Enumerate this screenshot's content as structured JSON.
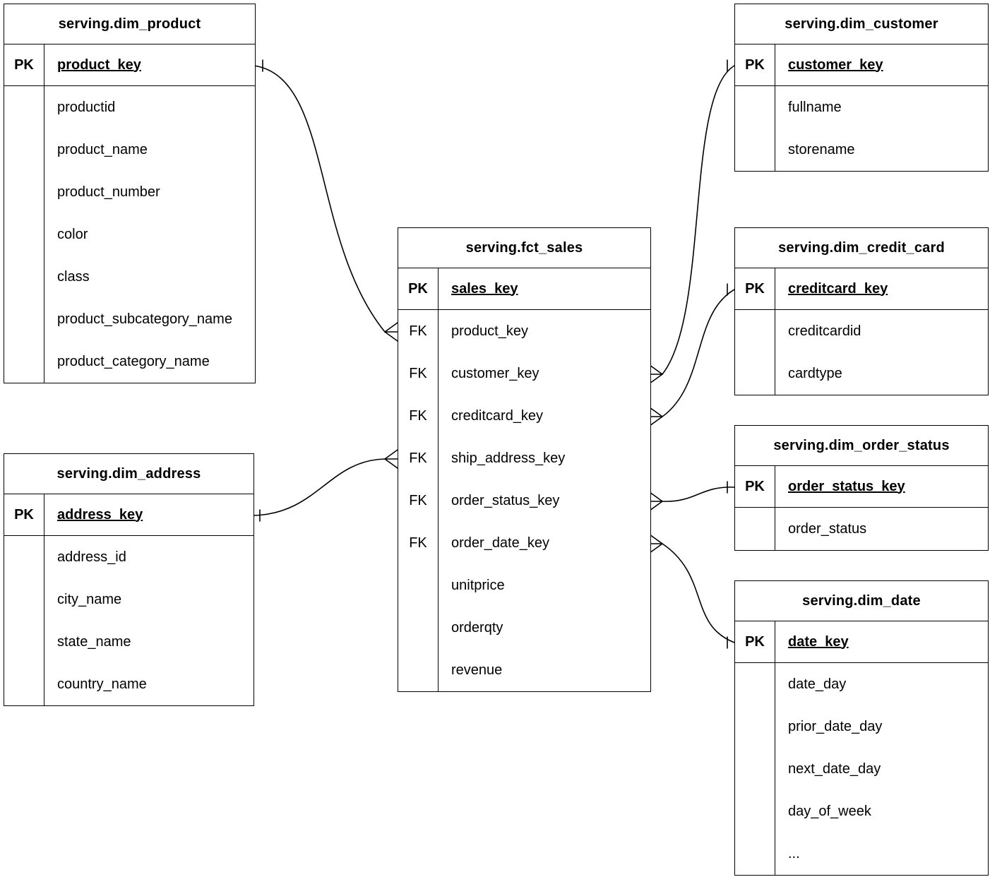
{
  "diagram": {
    "colors": {
      "line": "#000000",
      "border": "#000000",
      "background": "#ffffff",
      "text": "#000000"
    },
    "tables": [
      {
        "id": "dim_product",
        "title": "serving.dim_product",
        "pk_tag": "PK",
        "pk_field": "product_key",
        "rows": [
          {
            "tag": "",
            "field": "productid"
          },
          {
            "tag": "",
            "field": "product_name"
          },
          {
            "tag": "",
            "field": "product_number"
          },
          {
            "tag": "",
            "field": "color"
          },
          {
            "tag": "",
            "field": "class"
          },
          {
            "tag": "",
            "field": "product_subcategory_name"
          },
          {
            "tag": "",
            "field": "product_category_name"
          }
        ]
      },
      {
        "id": "dim_customer",
        "title": "serving.dim_customer",
        "pk_tag": "PK",
        "pk_field": "customer_key",
        "rows": [
          {
            "tag": "",
            "field": "fullname"
          },
          {
            "tag": "",
            "field": "storename"
          }
        ]
      },
      {
        "id": "fct_sales",
        "title": "serving.fct_sales",
        "pk_tag": "PK",
        "pk_field": "sales_key",
        "rows": [
          {
            "tag": "FK",
            "field": "product_key"
          },
          {
            "tag": "FK",
            "field": "customer_key"
          },
          {
            "tag": "FK",
            "field": "creditcard_key"
          },
          {
            "tag": "FK",
            "field": "ship_address_key"
          },
          {
            "tag": "FK",
            "field": "order_status_key"
          },
          {
            "tag": "FK",
            "field": "order_date_key"
          },
          {
            "tag": "",
            "field": "unitprice"
          },
          {
            "tag": "",
            "field": "orderqty"
          },
          {
            "tag": "",
            "field": "revenue"
          }
        ]
      },
      {
        "id": "dim_credit_card",
        "title": "serving.dim_credit_card",
        "pk_tag": "PK",
        "pk_field": "creditcard_key",
        "rows": [
          {
            "tag": "",
            "field": "creditcardid"
          },
          {
            "tag": "",
            "field": "cardtype"
          }
        ]
      },
      {
        "id": "dim_order_status",
        "title": "serving.dim_order_status",
        "pk_tag": "PK",
        "pk_field": "order_status_key",
        "rows": [
          {
            "tag": "",
            "field": "order_status"
          }
        ]
      },
      {
        "id": "dim_date",
        "title": "serving.dim_date",
        "pk_tag": "PK",
        "pk_field": "date_key",
        "rows": [
          {
            "tag": "",
            "field": "date_day"
          },
          {
            "tag": "",
            "field": "prior_date_day"
          },
          {
            "tag": "",
            "field": "next_date_day"
          },
          {
            "tag": "",
            "field": "day_of_week"
          },
          {
            "tag": "",
            "field": "..."
          }
        ]
      },
      {
        "id": "dim_address",
        "title": "serving.dim_address",
        "pk_tag": "PK",
        "pk_field": "address_key",
        "rows": [
          {
            "tag": "",
            "field": "address_id"
          },
          {
            "tag": "",
            "field": "city_name"
          },
          {
            "tag": "",
            "field": "state_name"
          },
          {
            "tag": "",
            "field": "country_name"
          }
        ]
      }
    ],
    "relationships": [
      {
        "many_table": "serving.fct_sales",
        "many_field": "product_key",
        "one_table": "serving.dim_product",
        "one_field": "product_key",
        "notation": "crow-foot many-to-one"
      },
      {
        "many_table": "serving.fct_sales",
        "many_field": "customer_key",
        "one_table": "serving.dim_customer",
        "one_field": "customer_key",
        "notation": "crow-foot many-to-one"
      },
      {
        "many_table": "serving.fct_sales",
        "many_field": "creditcard_key",
        "one_table": "serving.dim_credit_card",
        "one_field": "creditcard_key",
        "notation": "crow-foot many-to-one"
      },
      {
        "many_table": "serving.fct_sales",
        "many_field": "ship_address_key",
        "one_table": "serving.dim_address",
        "one_field": "address_key",
        "notation": "crow-foot many-to-one"
      },
      {
        "many_table": "serving.fct_sales",
        "many_field": "order_status_key",
        "one_table": "serving.dim_order_status",
        "one_field": "order_status_key",
        "notation": "crow-foot many-to-one"
      },
      {
        "many_table": "serving.fct_sales",
        "many_field": "order_date_key",
        "one_table": "serving.dim_date",
        "one_field": "date_key",
        "notation": "crow-foot many-to-one"
      }
    ]
  }
}
